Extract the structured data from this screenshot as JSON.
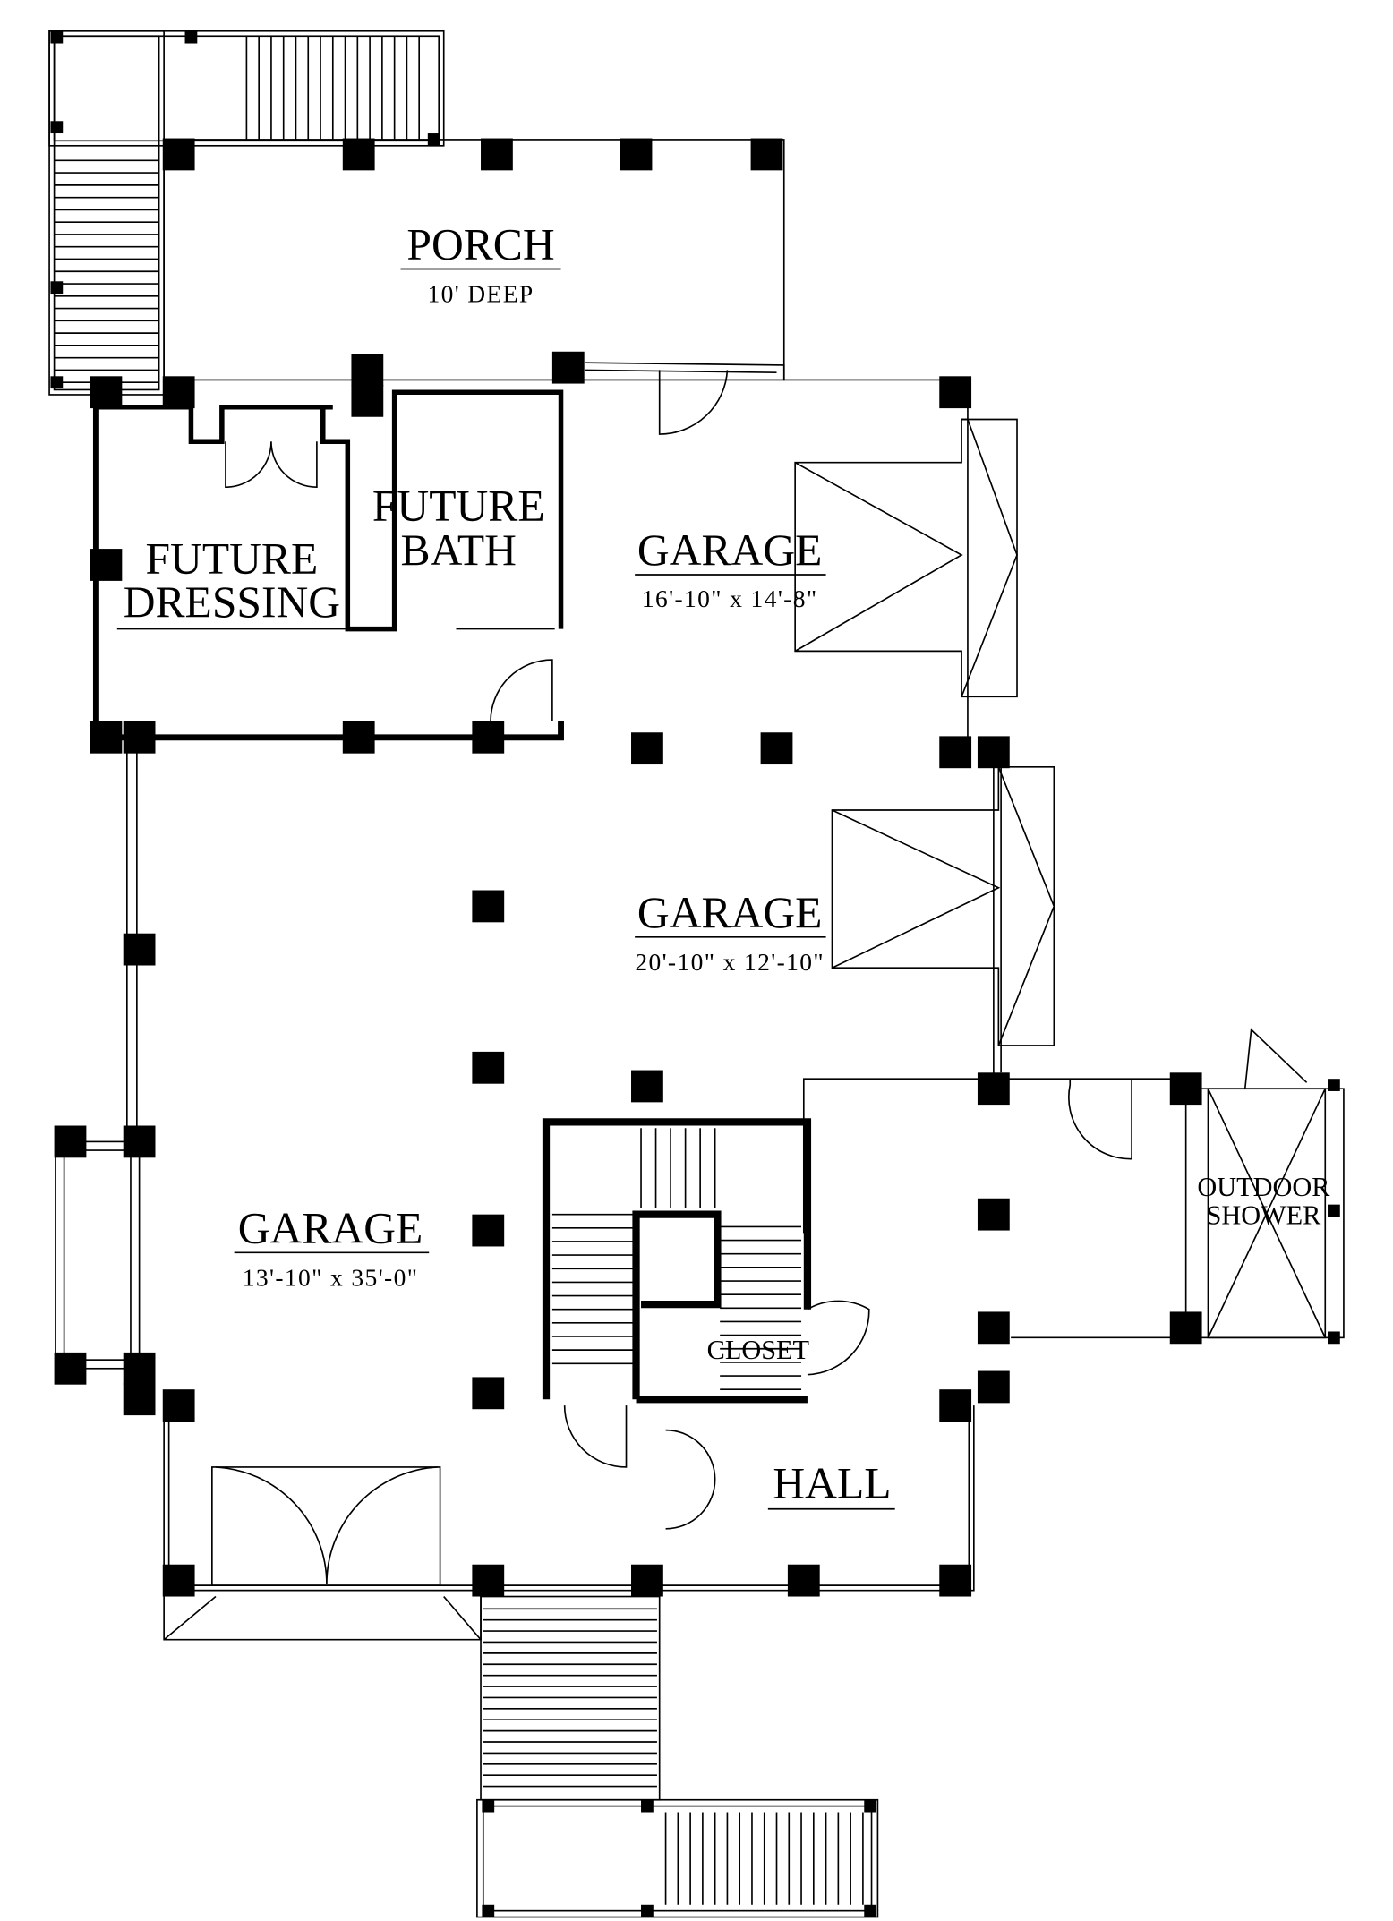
{
  "rooms": {
    "porch": {
      "name": "PORCH",
      "size": "10' DEEP"
    },
    "future_dressing": {
      "line1": "FUTURE",
      "line2": "DRESSING"
    },
    "future_bath": {
      "line1": "FUTURE",
      "line2": "BATH"
    },
    "garage_upper": {
      "name": "GARAGE",
      "size": "16'-10\" x 14'-8\""
    },
    "garage_middle": {
      "name": "GARAGE",
      "size": "20'-10\" x 12'-10\""
    },
    "garage_left": {
      "name": "GARAGE",
      "size": "13'-10\" x 35'-0\""
    },
    "closet": {
      "name": "CLOSET"
    },
    "hall": {
      "name": "HALL"
    },
    "outdoor_shower": {
      "line1": "OUTDOOR",
      "line2": "SHOWER"
    }
  }
}
